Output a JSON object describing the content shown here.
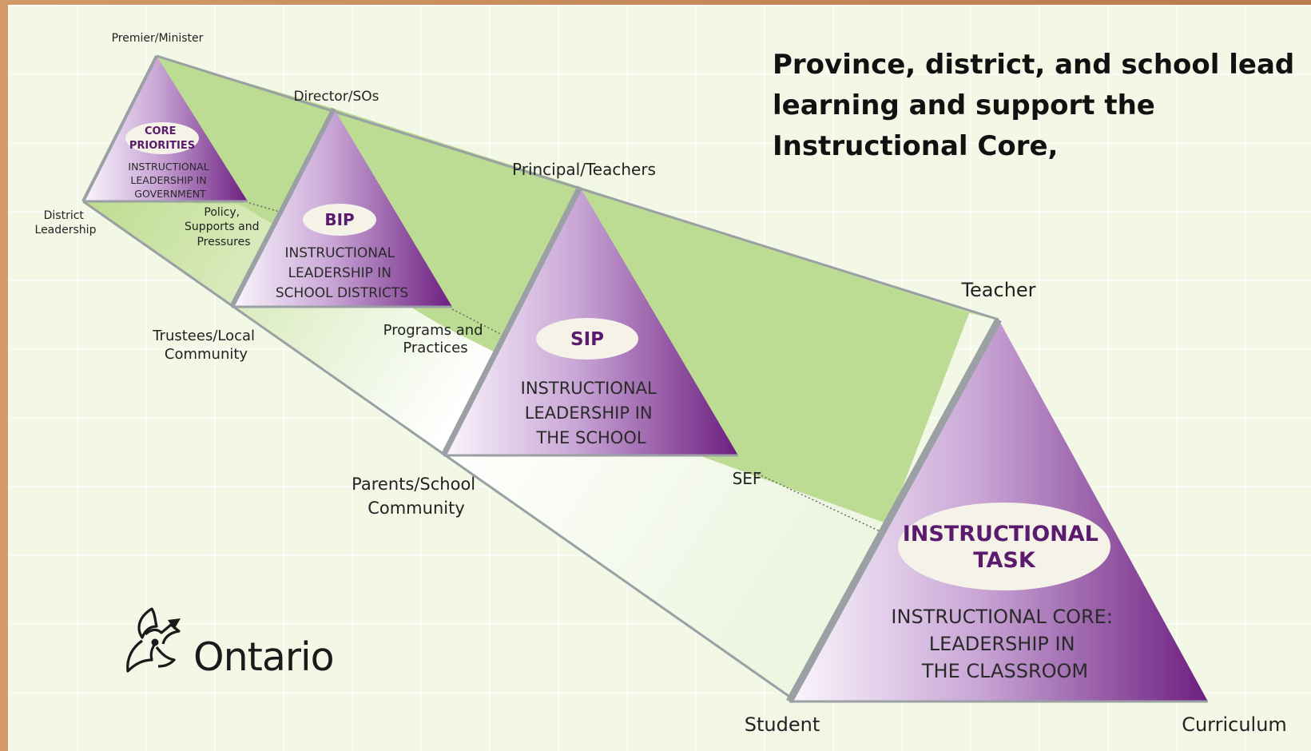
{
  "headline": [
    "Province, district, and school lead",
    "learning and support the",
    "Instructional Core,"
  ],
  "brand": {
    "name": "Ontario"
  },
  "colors": {
    "band_green": "#b7d98a",
    "triangle_purple": "#7a2a8a",
    "triangle_light": "#f6eefa",
    "edge_gray": "#9aa0a3",
    "label_purple": "#5a1b6e"
  },
  "pyramids": [
    {
      "badge": [
        "CORE",
        "PRIORITIES"
      ],
      "text": [
        "INSTRUCTIONAL",
        "LEADERSHIP IN",
        "GOVERNMENT"
      ],
      "apex_label": "Premier/Minister",
      "left_label": [
        "District",
        "Leadership"
      ],
      "right_label": [
        "Policy,",
        "Supports and",
        "Pressures"
      ]
    },
    {
      "badge": [
        "BIP"
      ],
      "text": [
        "INSTRUCTIONAL",
        "LEADERSHIP IN",
        "SCHOOL DISTRICTS"
      ],
      "apex_label": "Director/SOs",
      "left_label": [
        "Trustees/Local",
        "Community"
      ],
      "right_label": [
        "Programs and",
        "Practices"
      ]
    },
    {
      "badge": [
        "SIP"
      ],
      "text": [
        "INSTRUCTIONAL",
        "LEADERSHIP IN",
        "THE SCHOOL"
      ],
      "apex_label": "Principal/Teachers",
      "left_label": [
        "Parents/School",
        "Community"
      ],
      "right_label": [
        "SEF"
      ]
    },
    {
      "badge": [
        "INSTRUCTIONAL",
        "TASK"
      ],
      "text": [
        "INSTRUCTIONAL CORE:",
        "LEADERSHIP IN",
        "THE CLASSROOM"
      ],
      "apex_label": "Teacher",
      "left_label": [
        "Student"
      ],
      "right_label": [
        "Curriculum"
      ]
    }
  ]
}
